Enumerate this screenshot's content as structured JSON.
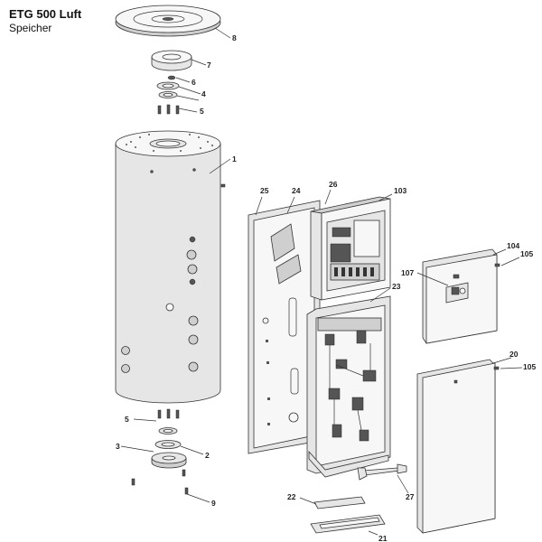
{
  "header": {
    "title": "ETG 500 Luft",
    "subtitle": "Speicher"
  },
  "callouts": {
    "c1": "1",
    "c2": "2",
    "c3": "3",
    "c4": "4",
    "c5a": "5",
    "c5b": "5",
    "c6": "6",
    "c7": "7",
    "c8": "8",
    "c9": "9",
    "c20": "20",
    "c21": "21",
    "c22": "22",
    "c23": "23",
    "c24": "24",
    "c25": "25",
    "c26": "26",
    "c27": "27",
    "c103": "103",
    "c104": "104",
    "c105a": "105",
    "c105b": "105",
    "c107": "107"
  }
}
